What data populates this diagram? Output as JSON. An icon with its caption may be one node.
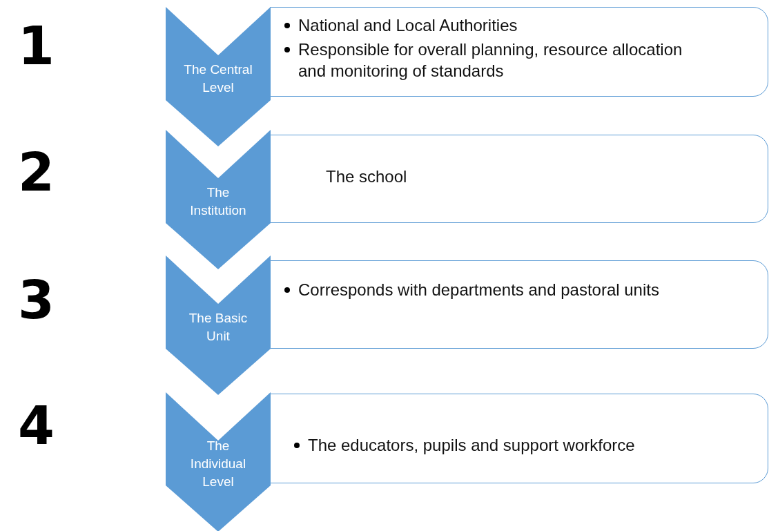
{
  "diagram": {
    "nodes": [
      {
        "text": [
          "The Central Level"
        ]
      },
      {
        "text": [
          "National and Local Authorities",
          "Responsible for overall planning, resource allocation and monitoring of standards"
        ]
      },
      {
        "text": [
          "The Institution"
        ]
      },
      {
        "text": [
          "The school"
        ]
      },
      {
        "text": [
          "The Basic Unit"
        ]
      },
      {
        "text": [
          "Corresponds with departments and pastoral units"
        ]
      },
      {
        "text": [
          "The Individual Level"
        ]
      },
      {
        "text": [
          "The educators, pupils and support workforce"
        ]
      }
    ],
    "labels": [
      "1",
      "2",
      "3",
      "4"
    ]
  }
}
